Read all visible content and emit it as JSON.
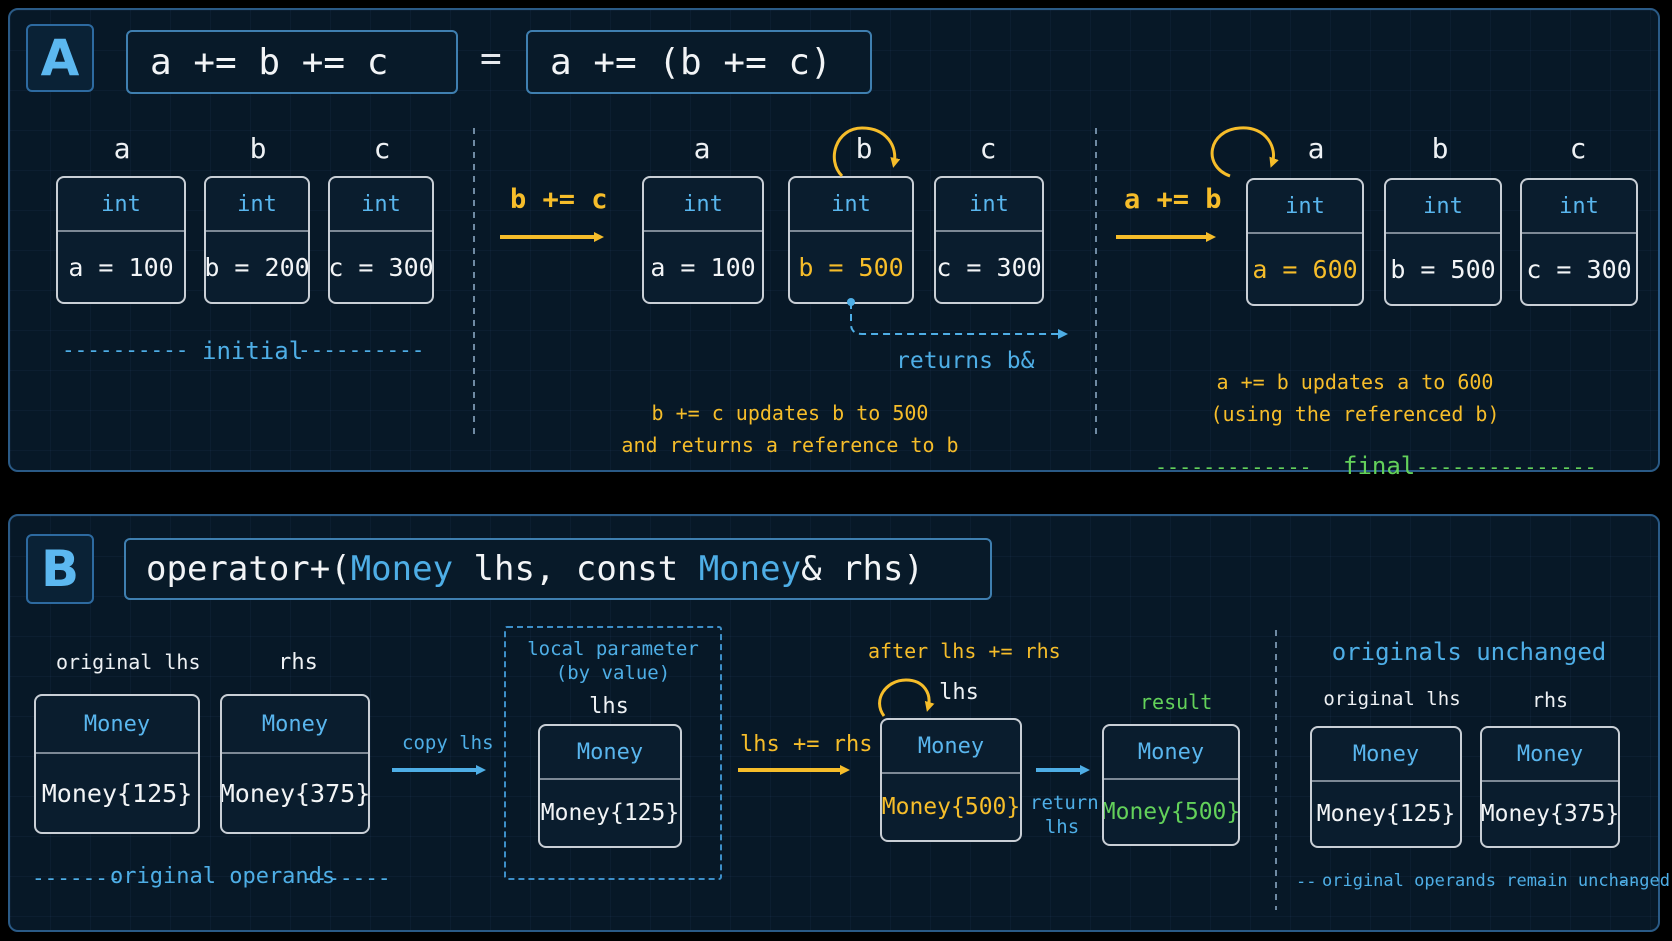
{
  "panel_a": {
    "badge": "A",
    "expr_left": "a += b += c",
    "equals": "=",
    "expr_right": "a += (b += c)",
    "initial": {
      "labels": [
        "a",
        "b",
        "c"
      ],
      "boxes": [
        {
          "type": "int",
          "value": "a = 100"
        },
        {
          "type": "int",
          "value": "b = 200"
        },
        {
          "type": "int",
          "value": "c = 300"
        }
      ],
      "caption": "initial",
      "caption_dashes_left": "----------",
      "caption_dashes_right": "----------"
    },
    "step1": {
      "arrow_label": "b += c",
      "labels": [
        "a",
        "b",
        "c"
      ],
      "boxes": [
        {
          "type": "int",
          "value": "a = 100"
        },
        {
          "type": "int",
          "value": "b = 500"
        },
        {
          "type": "int",
          "value": "c = 300"
        }
      ],
      "returns_label": "returns b&",
      "note_line1": "b += c updates b to 500",
      "note_line2": "and returns a reference to b"
    },
    "step2": {
      "arrow_label": "a += b",
      "labels": [
        "a",
        "b",
        "c"
      ],
      "boxes": [
        {
          "type": "int",
          "value": "a = 600"
        },
        {
          "type": "int",
          "value": "b = 500"
        },
        {
          "type": "int",
          "value": "c = 300"
        }
      ],
      "note_line1": "a += b updates a to 600",
      "note_line2": "(using the referenced b)",
      "caption": "final",
      "caption_dashes_left": "-------------",
      "caption_dashes_right": "---------------"
    }
  },
  "panel_b": {
    "badge": "B",
    "signature": {
      "part1": "operator+(",
      "type1": "Money",
      "part2": " lhs, const ",
      "type2": "Money",
      "part3": "& rhs)"
    },
    "original": {
      "label_lhs": "original lhs",
      "label_rhs": "rhs",
      "boxes": [
        {
          "type": "Money",
          "value": "Money{125}"
        },
        {
          "type": "Money",
          "value": "Money{375}"
        }
      ],
      "caption": "original operands",
      "caption_dashes_left": "-------",
      "caption_dashes_right": "-------"
    },
    "copy_label": "copy lhs",
    "local": {
      "title_line1": "local parameter",
      "title_line2": "(by value)",
      "label": "lhs",
      "box": {
        "type": "Money",
        "value": "Money{125}"
      }
    },
    "op_label": "lhs += rhs",
    "after": {
      "title": "after  lhs += rhs",
      "label": "lhs",
      "box": {
        "type": "Money",
        "value": "Money{500}"
      }
    },
    "return_label_line1": "return",
    "return_label_line2": "lhs",
    "result": {
      "label": "result",
      "box": {
        "type": "Money",
        "value": "Money{500}"
      }
    },
    "unchanged": {
      "title": "originals unchanged",
      "label_lhs": "original lhs",
      "label_rhs": "rhs",
      "boxes": [
        {
          "type": "Money",
          "value": "Money{125}"
        },
        {
          "type": "Money",
          "value": "Money{375}"
        }
      ],
      "caption": "original operands remain unchanged",
      "caption_dashes_left": "--",
      "caption_dashes_right": "--"
    }
  },
  "colors": {
    "blue": "#4eaee6",
    "yellow": "#f6bd2a",
    "green": "#63d15a",
    "panel_border": "#2a5a86"
  }
}
